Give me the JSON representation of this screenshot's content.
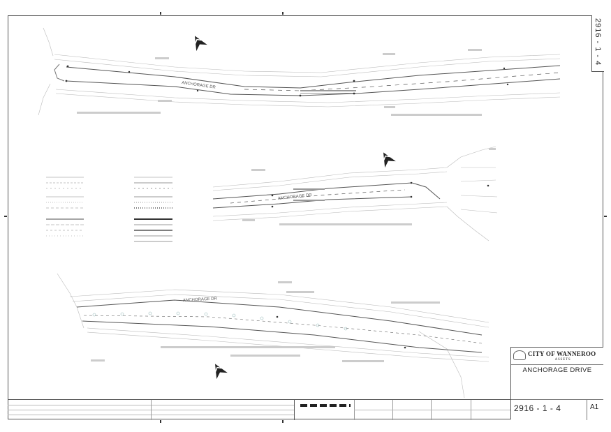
{
  "drawing": {
    "sheet_number_tab": "2916 - 1 - 4",
    "drawing_number": "2916 - 1 - 4",
    "sheet_size": "A1"
  },
  "title_block": {
    "council_name": "CITY OF WANNEROO",
    "department": "ASSETS",
    "project_title": "ANCHORAGE DRIVE"
  },
  "road_labels": {
    "main_road": "ANCHORAGE DR"
  },
  "colors": {
    "linework": "#555555",
    "faint_linework": "#bbbbbb",
    "hatching": "#999999"
  },
  "icons": {
    "north_arrow": "north-arrow-icon",
    "council_logo": "council-logo-icon"
  }
}
